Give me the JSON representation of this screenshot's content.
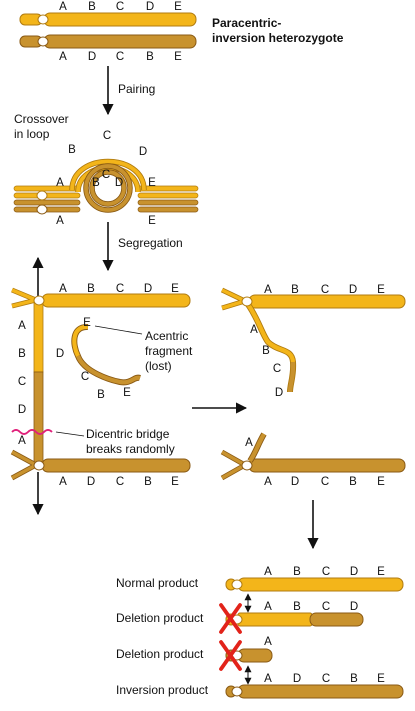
{
  "colors": {
    "gold": "#f3b51a",
    "gold_dark": "#b07b10",
    "brown": "#c8922e",
    "brown_dark": "#8a5a14",
    "centromere": "#ffffff",
    "arrow": "#111111",
    "break_line": "#e0207a",
    "cross": "#e2231a"
  },
  "header": {
    "title_line1": "Paracentric-",
    "title_line2": "inversion heterozygote"
  },
  "genes_normal": [
    "A",
    "B",
    "C",
    "D",
    "E"
  ],
  "genes_inverted": [
    "A",
    "D",
    "C",
    "B",
    "E"
  ],
  "steps": {
    "pairing": "Pairing",
    "segregation": "Segregation"
  },
  "loop": {
    "label_line1": "Crossover",
    "label_line2": "in loop"
  },
  "acentric": {
    "line1": "Acentric",
    "line2": "fragment",
    "line3": "(lost)"
  },
  "bridge": {
    "line1": "Dicentric bridge",
    "line2": "breaks randomly"
  },
  "products": {
    "normal": "Normal product",
    "deletion1": "Deletion product",
    "deletion2": "Deletion product",
    "inversion": "Inversion product"
  }
}
